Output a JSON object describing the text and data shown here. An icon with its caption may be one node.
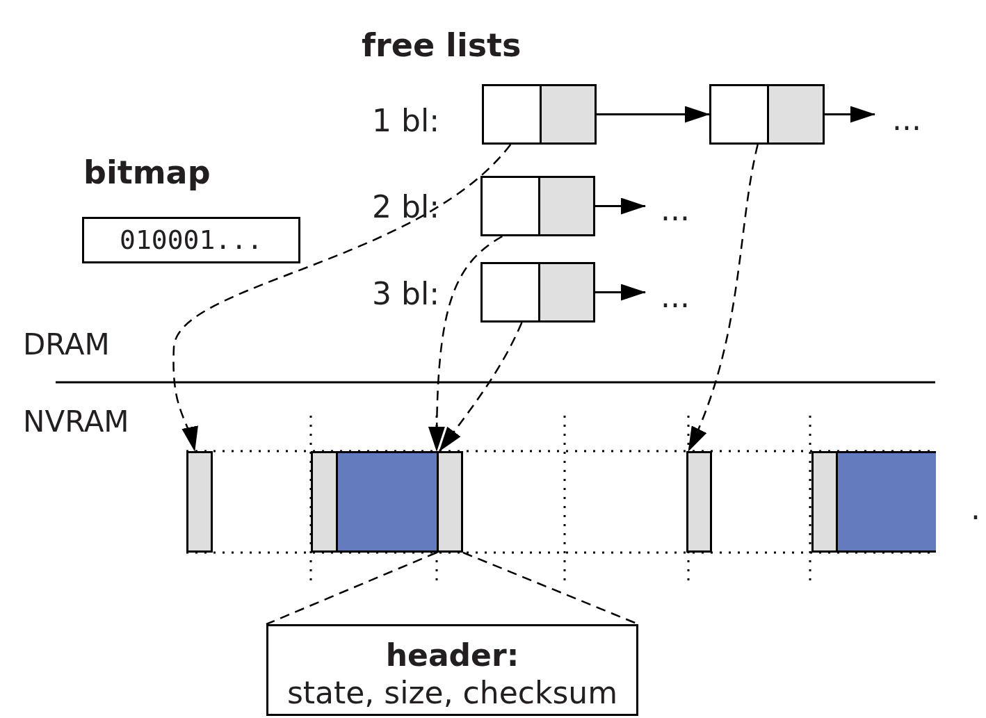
{
  "diagram": {
    "nodes": [
      {
        "text": [],
        "shape": "box"
      },
      {
        "text": [],
        "shape": "box"
      },
      {
        "text": [
          "bitmap",
          "010001..."
        ]
      },
      {
        "text": [],
        "shape": "box"
      },
      {
        "text": [],
        "shape": "box"
      },
      {
        "text": [],
        "shape": "box"
      },
      {
        "text": [],
        "shape": "box"
      },
      {
        "text": [],
        "shape": "box"
      },
      {
        "text": [],
        "shape": "box"
      },
      {
        "text": [],
        "shape": "box"
      },
      {
        "text": [],
        "shape": "box"
      },
      {
        "text": [],
        "shape": "box"
      },
      {
        "text": [
          "header:",
          "state, size, checksum"
        ]
      }
    ],
    "edges": [
      {
        "from": 0,
        "to": 1,
        "arrow": "to"
      },
      {
        "from": 1,
        "to": null,
        "arrow": "to"
      },
      {
        "from": 3,
        "to": null,
        "arrow": "to"
      },
      {
        "from": 4,
        "to": null,
        "arrow": "to"
      },
      {
        "from": 0,
        "to": 5,
        "arrow": "to",
        "style": "dashed"
      },
      {
        "from": 1,
        "to": 9,
        "arrow": "to",
        "style": "dashed"
      },
      {
        "from": 3,
        "to": 8,
        "arrow": "to",
        "style": "dashed"
      },
      {
        "from": 4,
        "to": 8,
        "arrow": "to",
        "style": "dashed"
      },
      {
        "from": 8,
        "to": 12,
        "arrow": "none",
        "style": "dashed"
      },
      {
        "from": 8,
        "to": 12,
        "arrow": "none",
        "style": "dashed"
      }
    ],
    "labels": [
      "free lists",
      "1 bl:",
      "...",
      "2 bl:",
      "...",
      "3 bl:",
      "...",
      "DRAM",
      "NVRAM",
      "."
    ]
  }
}
